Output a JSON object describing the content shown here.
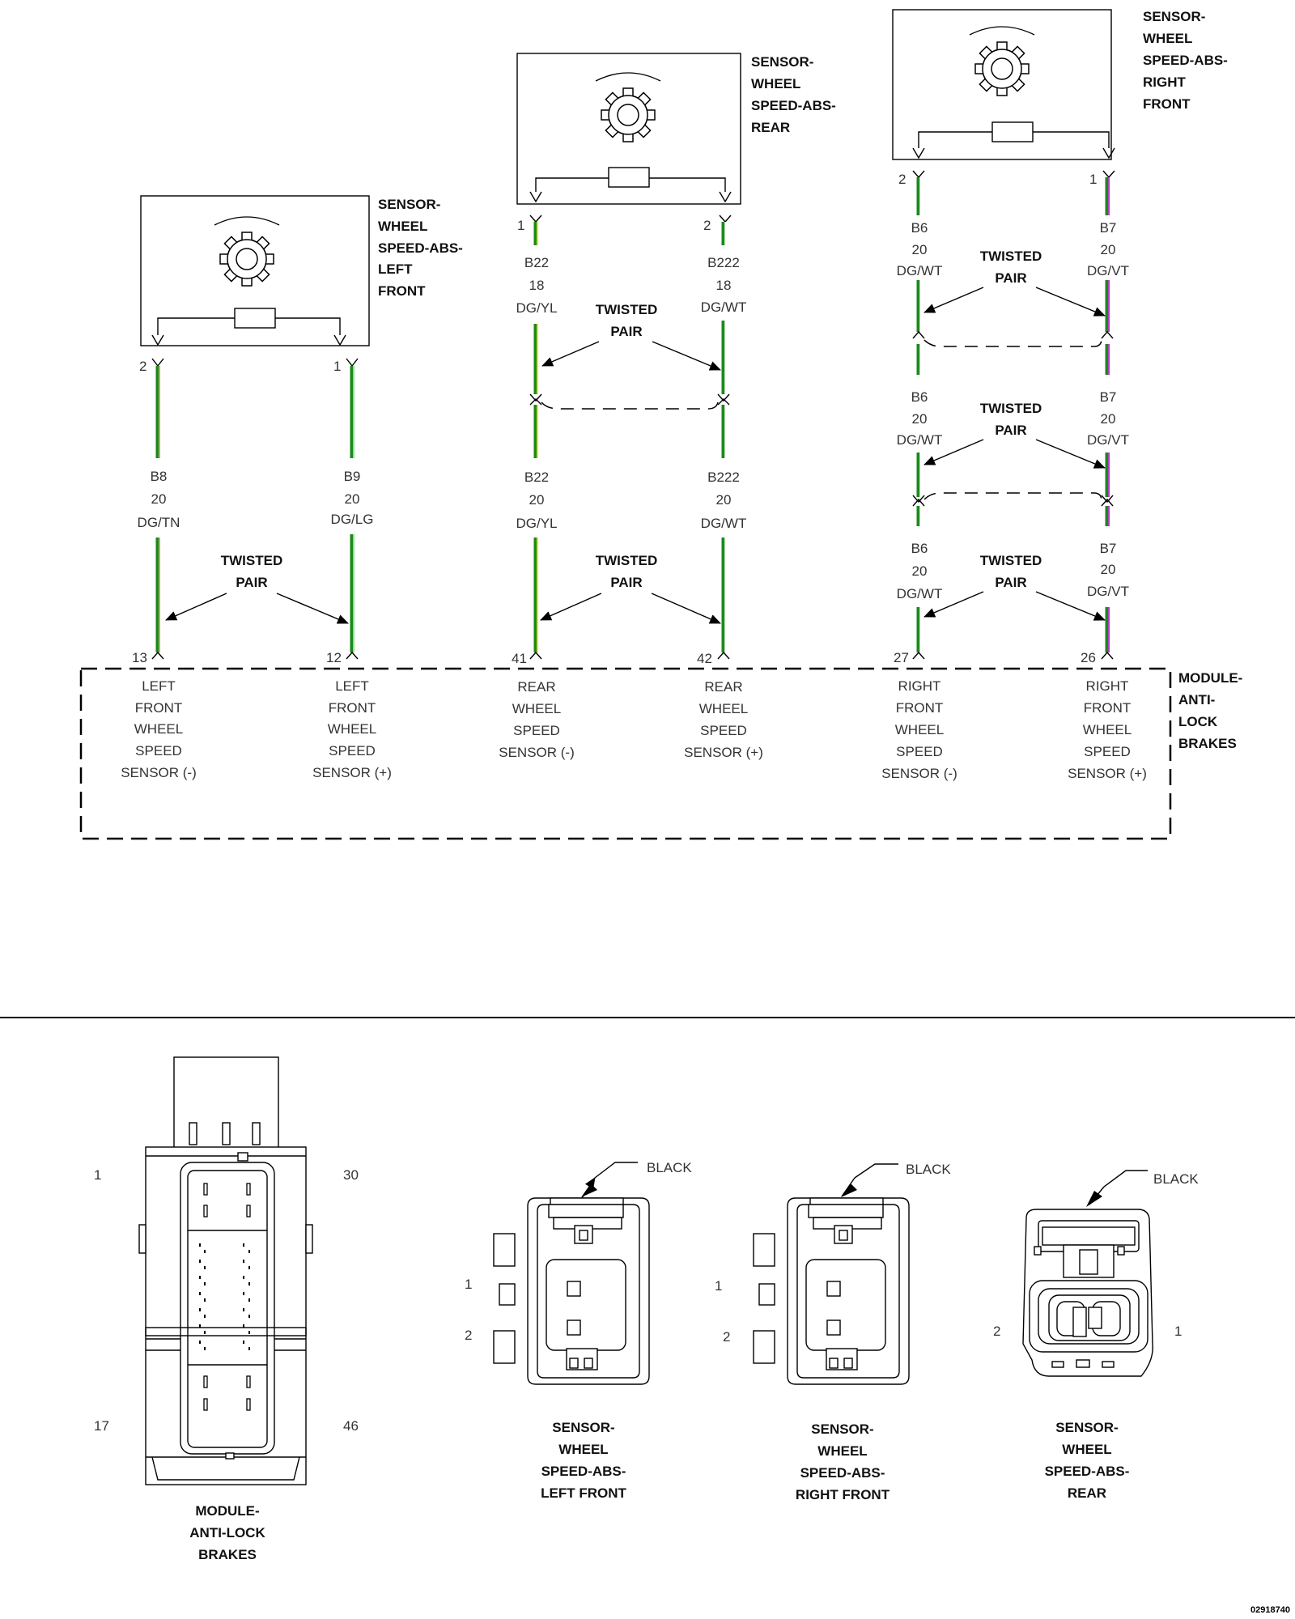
{
  "sensors": {
    "left_front": {
      "title": [
        "SENSOR-",
        "WHEEL",
        "SPEED-ABS-",
        "LEFT",
        "FRONT"
      ],
      "pin_a": "2",
      "pin_b": "1"
    },
    "rear": {
      "title": [
        "SENSOR-",
        "WHEEL",
        "SPEED-ABS-",
        "REAR"
      ],
      "pin_a": "1",
      "pin_b": "2"
    },
    "right_front": {
      "title": [
        "SENSOR-",
        "WHEEL",
        "SPEED-ABS-",
        "RIGHT",
        "FRONT"
      ],
      "pin_a": "2",
      "pin_b": "1"
    }
  },
  "twisted_pair": [
    "TWISTED",
    "PAIR"
  ],
  "wires": {
    "b8": {
      "circuit": "B8",
      "gauge": "20",
      "color": "DG/TN"
    },
    "b9": {
      "circuit": "B9",
      "gauge": "20",
      "color": "DG/LG"
    },
    "b22_top": {
      "circuit": "B22",
      "gauge": "18",
      "color": "DG/YL"
    },
    "b222_top": {
      "circuit": "B222",
      "gauge": "18",
      "color": "DG/WT"
    },
    "b22_bot": {
      "circuit": "B22",
      "gauge": "20",
      "color": "DG/YL"
    },
    "b222_bot": {
      "circuit": "B222",
      "gauge": "20",
      "color": "DG/WT"
    },
    "b6_1": {
      "circuit": "B6",
      "gauge": "20",
      "color": "DG/WT"
    },
    "b7_1": {
      "circuit": "B7",
      "gauge": "20",
      "color": "DG/VT"
    },
    "b6_2": {
      "circuit": "B6",
      "gauge": "20",
      "color": "DG/WT"
    },
    "b7_2": {
      "circuit": "B7",
      "gauge": "20",
      "color": "DG/VT"
    },
    "b6_3": {
      "circuit": "B6",
      "gauge": "20",
      "color": "DG/WT"
    },
    "b7_3": {
      "circuit": "B7",
      "gauge": "20",
      "color": "DG/VT"
    }
  },
  "module": {
    "title": [
      "MODULE-",
      "ANTI-",
      "LOCK",
      "BRAKES"
    ],
    "pins": {
      "p13": {
        "num": "13",
        "label": [
          "LEFT",
          "FRONT",
          "WHEEL",
          "SPEED",
          "SENSOR (-)"
        ]
      },
      "p12": {
        "num": "12",
        "label": [
          "LEFT",
          "FRONT",
          "WHEEL",
          "SPEED",
          "SENSOR (+)"
        ]
      },
      "p41": {
        "num": "41",
        "label": [
          "REAR",
          "WHEEL",
          "SPEED",
          "SENSOR (-)"
        ]
      },
      "p42": {
        "num": "42",
        "label": [
          "REAR",
          "WHEEL",
          "SPEED",
          "SENSOR (+)"
        ]
      },
      "p27": {
        "num": "27",
        "label": [
          "RIGHT",
          "FRONT",
          "WHEEL",
          "SPEED",
          "SENSOR (-)"
        ]
      },
      "p26": {
        "num": "26",
        "label": [
          "RIGHT",
          "FRONT",
          "WHEEL",
          "SPEED",
          "SENSOR (+)"
        ]
      }
    }
  },
  "connectors": {
    "abs": {
      "title": [
        "MODULE-",
        "ANTI-LOCK",
        "BRAKES"
      ],
      "pins": [
        "1",
        "30",
        "17",
        "46"
      ]
    },
    "left_front": {
      "title": [
        "SENSOR-",
        "WHEEL",
        "SPEED-ABS-",
        "LEFT FRONT"
      ],
      "color": "BLACK",
      "pins": [
        "1",
        "2"
      ]
    },
    "right_front": {
      "title": [
        "SENSOR-",
        "WHEEL",
        "SPEED-ABS-",
        "RIGHT FRONT"
      ],
      "color": "BLACK",
      "pins": [
        "1",
        "2"
      ]
    },
    "rear": {
      "title": [
        "SENSOR-",
        "WHEEL",
        "SPEED-ABS-",
        "REAR"
      ],
      "color": "BLACK",
      "pins": [
        "2",
        "1"
      ]
    }
  },
  "doc_id": "02918740",
  "wire_colors": {
    "dark_green": "#1a8a1a",
    "yellow": "#e8e000",
    "white": "#ffffff",
    "tan": "#c8a46a",
    "light_green": "#8fe08f",
    "violet": "#b040c0"
  }
}
